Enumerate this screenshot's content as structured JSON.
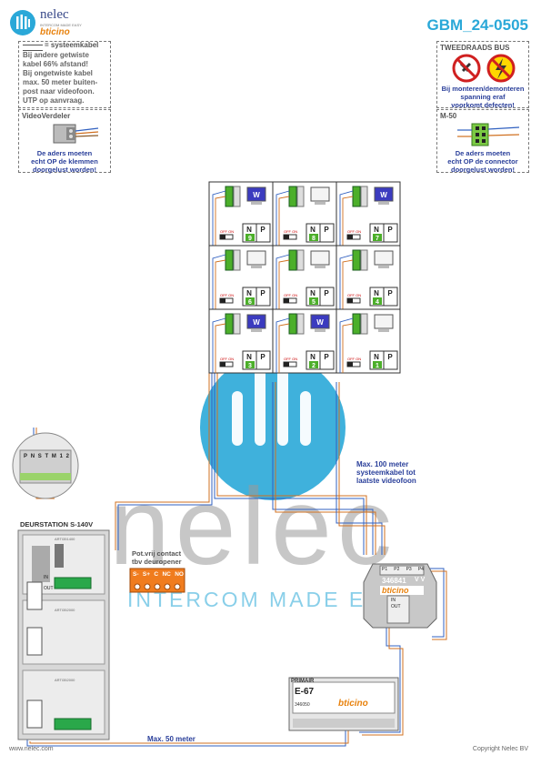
{
  "header": {
    "brand": "nelec",
    "brand_sub": "INTERCOM MADE EASY",
    "partner": "bticino",
    "code": "GBM_24-0505"
  },
  "legend_cable": {
    "title": "= systeemkabel",
    "lines": [
      "Bij andere getwiste",
      "kabel 66% afstand!",
      "Bij ongetwiste kabel",
      "max. 50 meter buiten-",
      "post naar videofoon.",
      "UTP op aanvraag."
    ]
  },
  "video_splitter": {
    "title": "VideoVerdeler",
    "note": [
      "De aders moeten",
      "echt OP de klemmen",
      "doorgelust worden!"
    ]
  },
  "bus_warning": {
    "title": "TWEEDRAADS BUS",
    "note": [
      "Bij monteren/demonteren",
      "spanning eraf",
      "voorkomt defecten!"
    ]
  },
  "m50": {
    "title": "M-50",
    "note": [
      "De aders moeten",
      "echt OP de connector",
      "doorgelust worden!"
    ]
  },
  "monitors": [
    {
      "n": "9",
      "screen": "W"
    },
    {
      "n": "8",
      "screen": ""
    },
    {
      "n": "7",
      "screen": "W"
    },
    {
      "n": "6",
      "screen": ""
    },
    {
      "n": "5",
      "screen": ""
    },
    {
      "n": "4",
      "screen": ""
    },
    {
      "n": "3",
      "screen": "W"
    },
    {
      "n": "2",
      "screen": "W"
    },
    {
      "n": "1",
      "screen": ""
    }
  ],
  "monitor_labels": {
    "offon": "OFF ON",
    "n": "N",
    "p": "P"
  },
  "distance_note": [
    "Max. 100 meter",
    "systeemkabel tot",
    "laatste videofoon"
  ],
  "door_station": {
    "title": "DEURSTATION S-140V",
    "terminals": [
      "P",
      "N",
      "S",
      "T",
      "M",
      "1",
      "2"
    ],
    "module_labels": [
      "ARTI351400",
      "ARTI352000",
      "ARTI352000"
    ],
    "in": "IN",
    "out": "OUT"
  },
  "contact": {
    "title": [
      "Pot.vrij contact",
      "tbv deuropener"
    ],
    "terms": [
      "S-",
      "S+",
      "C",
      "NC",
      "NO"
    ]
  },
  "distributor": {
    "ports": [
      "P1",
      "P2",
      "P3",
      "P4"
    ],
    "model": "346841",
    "vv": "V V",
    "brand": "bticino",
    "in": "IN",
    "out": "OUT"
  },
  "power": {
    "primary": "PRIMAIR",
    "model": "E-67",
    "number": "346050",
    "brand": "bticino"
  },
  "bottom_note": "Max. 50 meter",
  "footer": {
    "left": "www.nelec.com",
    "right": "Copyright Nelec BV"
  },
  "watermark": {
    "word": "nelec",
    "tagline": "INTERCOM MADE EASY"
  },
  "colors": {
    "accent": "#2aa8d8",
    "navy": "#2a3f9a",
    "orange": "#f07c1e",
    "green": "#4caf2a"
  }
}
